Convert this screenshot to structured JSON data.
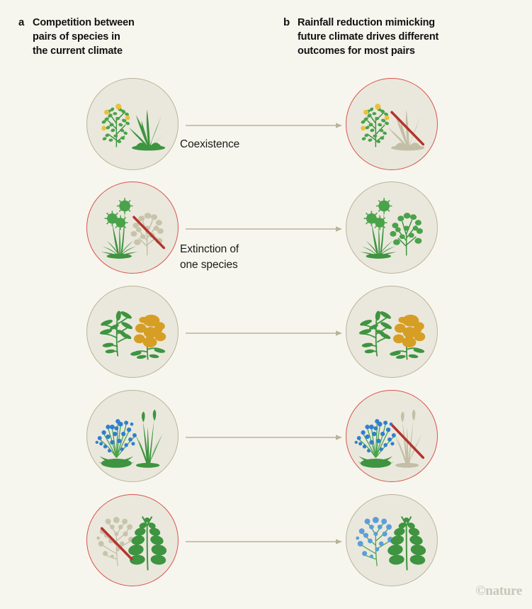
{
  "figure": {
    "background_color": "#f7f6ee",
    "circle_fill": "#eae8dc",
    "circle_stroke": "#b9b49a",
    "extinction_stroke": "#d9534f",
    "arrow_color": "#b9b49a",
    "green": "#3e9440",
    "grey_plant": "#c3bfa6",
    "yellow": "#dfa72a",
    "blue": "#2f7fd0",
    "strike_red": "#b5342e"
  },
  "panels": {
    "a": {
      "letter": "a",
      "title": "Competition between\npairs of species in\nthe current climate"
    },
    "b": {
      "letter": "b",
      "title": "Rainfall reduction mimicking\nfuture climate drives different\noutcomes for most pairs"
    }
  },
  "outcome_labels": [
    {
      "text": "Coexistence",
      "row": 1
    },
    {
      "text": "Extinction of\none species",
      "row": 2
    }
  ],
  "rows": [
    {
      "id": "row-1",
      "left": {
        "outcome": "coexistence",
        "species": [
          {
            "name": "yellow-flowered-herb",
            "state": "alive"
          },
          {
            "name": "grass-tussock",
            "state": "alive"
          }
        ]
      },
      "right": {
        "outcome": "extinction",
        "species": [
          {
            "name": "yellow-flowered-herb",
            "state": "alive"
          },
          {
            "name": "grass-tussock",
            "state": "extinct"
          }
        ]
      }
    },
    {
      "id": "row-2",
      "left": {
        "outcome": "extinction",
        "species": [
          {
            "name": "globe-flower-grass",
            "state": "alive"
          },
          {
            "name": "round-leaf-shrub",
            "state": "extinct"
          }
        ]
      },
      "right": {
        "outcome": "coexistence",
        "species": [
          {
            "name": "globe-flower-grass",
            "state": "alive"
          },
          {
            "name": "round-leaf-shrub",
            "state": "alive"
          }
        ]
      }
    },
    {
      "id": "row-3",
      "left": {
        "outcome": "coexistence",
        "species": [
          {
            "name": "narrow-leaf-green-plant",
            "state": "alive"
          },
          {
            "name": "yellow-poppy-plant",
            "state": "alive"
          }
        ]
      },
      "right": {
        "outcome": "coexistence",
        "species": [
          {
            "name": "narrow-leaf-green-plant",
            "state": "alive"
          },
          {
            "name": "yellow-poppy-plant",
            "state": "alive"
          }
        ]
      }
    },
    {
      "id": "row-4",
      "left": {
        "outcome": "coexistence",
        "species": [
          {
            "name": "blue-flower-clump",
            "state": "alive"
          },
          {
            "name": "tall-blade-grass",
            "state": "alive"
          }
        ]
      },
      "right": {
        "outcome": "extinction",
        "species": [
          {
            "name": "blue-flower-clump",
            "state": "alive"
          },
          {
            "name": "tall-blade-grass",
            "state": "extinct"
          }
        ]
      }
    },
    {
      "id": "row-5",
      "left": {
        "outcome": "extinction",
        "species": [
          {
            "name": "blue-berry-sprig",
            "state": "extinct"
          },
          {
            "name": "broad-leaf-fern",
            "state": "alive"
          }
        ]
      },
      "right": {
        "outcome": "coexistence",
        "species": [
          {
            "name": "blue-berry-sprig",
            "state": "alive"
          },
          {
            "name": "broad-leaf-fern",
            "state": "alive"
          }
        ]
      }
    }
  ],
  "footer": {
    "credit": "©nature"
  }
}
